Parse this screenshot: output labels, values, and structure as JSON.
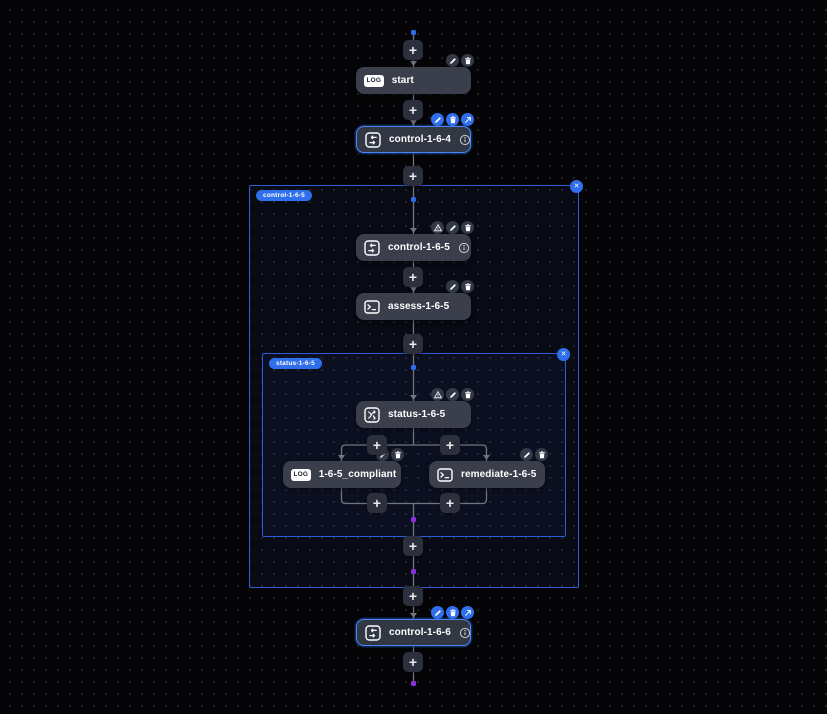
{
  "ui": {
    "plus": "+",
    "close": "✕",
    "log_badge": "LOG"
  },
  "nodes": {
    "start": {
      "label": "start"
    },
    "control_1_6_4": {
      "label": "control-1-6-4"
    },
    "control_1_6_5": {
      "label": "control-1-6-5"
    },
    "assess_1_6_5": {
      "label": "assess-1-6-5"
    },
    "status_1_6_5": {
      "label": "status-1-6-5"
    },
    "compliant_1_6_5": {
      "label": "1-6-5_compliant"
    },
    "remediate_1_6_5": {
      "label": "remediate-1-6-5"
    },
    "control_1_6_6": {
      "label": "control-1-6-6"
    }
  },
  "groups": {
    "control_1_6_5": {
      "label": "control-1-6-5"
    },
    "status_1_6_5": {
      "label": "status-1-6-5"
    }
  },
  "colors": {
    "accent_blue": "#2f6feb",
    "node_fill": "#3a3f4b",
    "edge_gray": "#70757f",
    "marker_start_blue": "#2e6ae8",
    "marker_end_purple": "#8b30d9",
    "canvas_bg": "#050507"
  }
}
